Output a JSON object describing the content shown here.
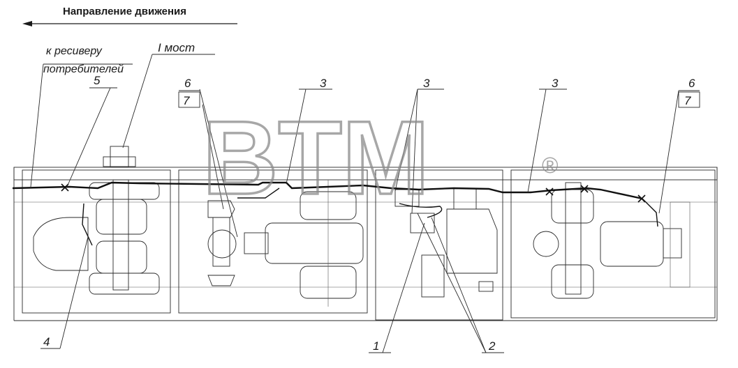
{
  "header": {
    "direction_label": "Направление движения"
  },
  "labels": {
    "receiver": "к ресиверу",
    "consumers": "потребителей",
    "axle": "I мост",
    "n1": "1",
    "n2": "2",
    "n3": "3",
    "n4": "4",
    "n5": "5",
    "n6": "6",
    "n7": "7"
  },
  "watermark": {
    "text": "BTM",
    "mark": "®"
  }
}
